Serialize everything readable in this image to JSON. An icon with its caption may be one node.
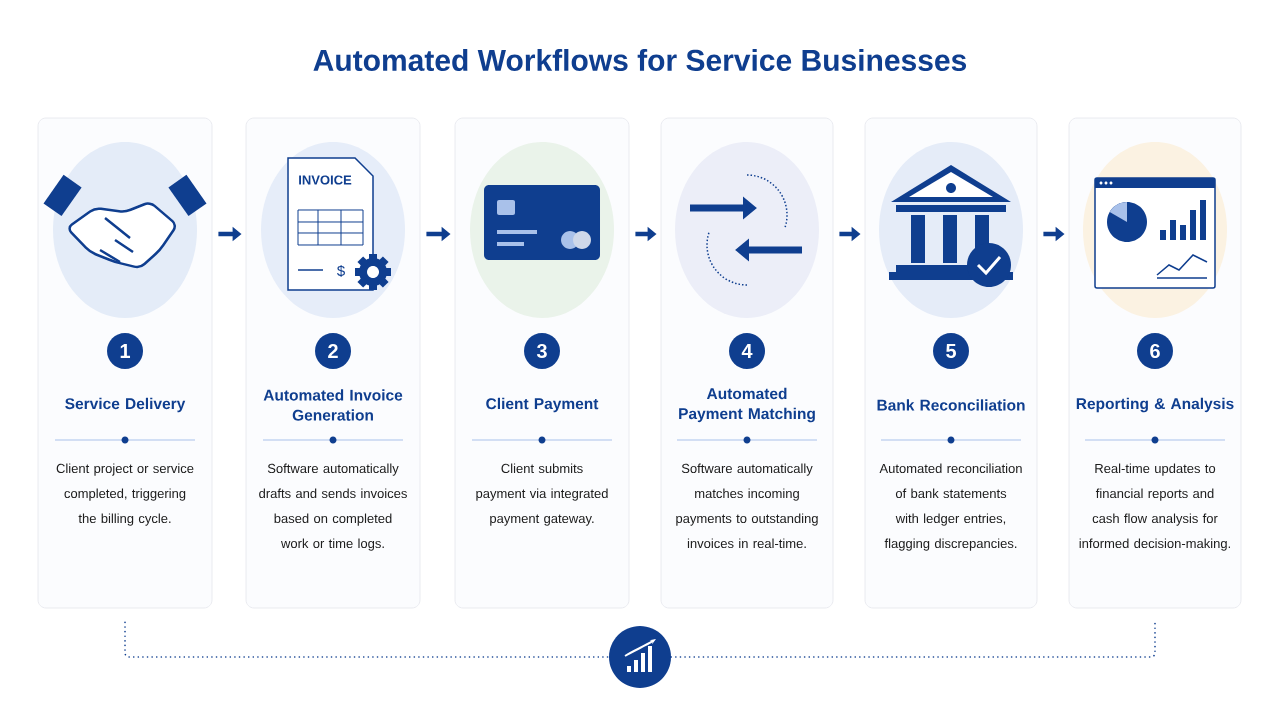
{
  "diagram": {
    "title": "Automated Workflows for Service Businesses",
    "nodes": [
      {
        "text": [
          "1",
          "Service Delivery",
          "Client project or service completed, triggering the billing cycle."
        ]
      },
      {
        "text": [
          "2",
          "Automated Invoice Generation",
          "Software automatically drafts and sends invoices based on completed work or time logs."
        ]
      },
      {
        "text": [
          "3",
          "Client Payment",
          "Client submits payment via integrated payment gateway."
        ]
      },
      {
        "text": [
          "4",
          "Automated Payment Matching",
          "Software automatically matches incoming payments to outstanding invoices in real-time."
        ]
      },
      {
        "text": [
          "5",
          "Bank Reconciliation",
          "Automated reconciliation of bank statements with ledger entries, flagging discrepancies."
        ]
      },
      {
        "text": [
          "6",
          "Reporting & Analysis",
          "Real-time updates to financial reports and cash flow analysis for informed decision-making."
        ]
      },
      {
        "text": [],
        "shape": "circle"
      }
    ],
    "edges": [
      {
        "from": 0,
        "to": 1,
        "arrow": "to"
      },
      {
        "from": 1,
        "to": 2,
        "arrow": "to"
      },
      {
        "from": 2,
        "to": 3,
        "arrow": "to"
      },
      {
        "from": 3,
        "to": 4,
        "arrow": "to"
      },
      {
        "from": 4,
        "to": 5,
        "arrow": "to"
      },
      {
        "from": 0,
        "to": 6,
        "arrow": "none",
        "style": "dashed"
      },
      {
        "from": 6,
        "to": 5,
        "arrow": "none",
        "style": "dashed"
      }
    ],
    "labels": [
      "INVOICE",
      "$"
    ]
  }
}
